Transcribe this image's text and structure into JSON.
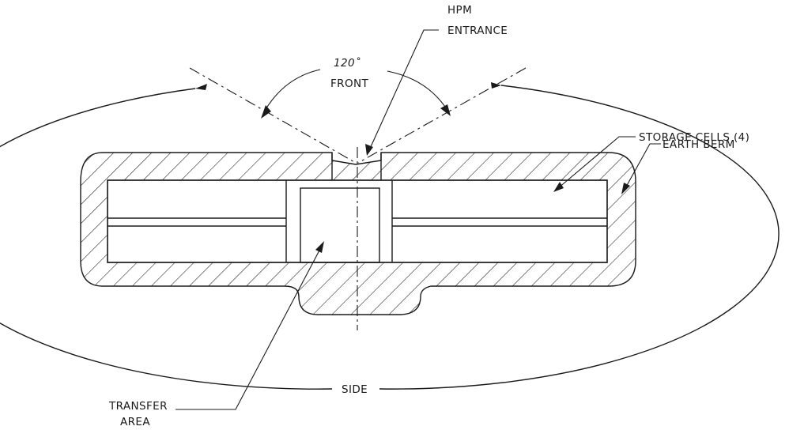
{
  "labels": {
    "hpm_line1": "HPM",
    "hpm_line2": "ENTRANCE",
    "angle": "120˚",
    "front": "FRONT",
    "storage_cells": "STORAGE CELLS (4)",
    "earth_berm": "EARTH BERM",
    "side": "SIDE",
    "transfer_line1": "TRANSFER",
    "transfer_line2": "AREA"
  },
  "colors": {
    "line": "#1a1a1a",
    "background": "#ffffff"
  }
}
